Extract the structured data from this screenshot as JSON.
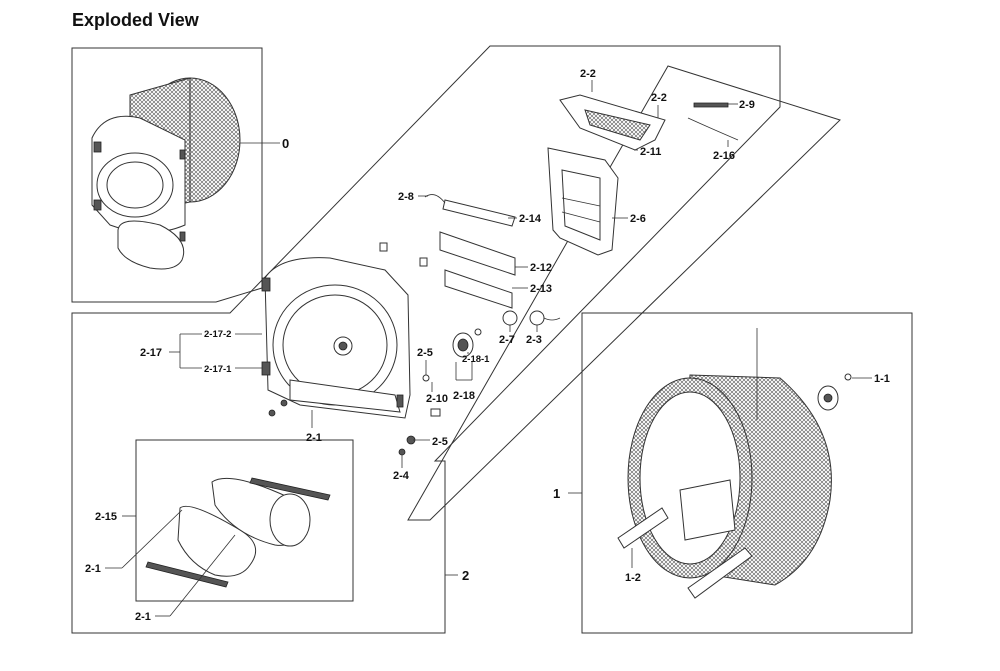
{
  "title": "Exploded View",
  "labels": {
    "l0": "0",
    "l1": "1",
    "l1_1": "1-1",
    "l1_2": "1-2",
    "l2": "2",
    "l2_1a": "2-1",
    "l2_1b": "2-1",
    "l2_1c": "2-1",
    "l2_2a": "2-2",
    "l2_2b": "2-2",
    "l2_3": "2-3",
    "l2_4": "2-4",
    "l2_5a": "2-5",
    "l2_5b": "2-5",
    "l2_6": "2-6",
    "l2_7": "2-7",
    "l2_8": "2-8",
    "l2_9": "2-9",
    "l2_10": "2-10",
    "l2_11": "2-11",
    "l2_12": "2-12",
    "l2_13": "2-13",
    "l2_14": "2-14",
    "l2_15": "2-15",
    "l2_16": "2-16",
    "l2_17": "2-17",
    "l2_17_1": "2-17-1",
    "l2_17_2": "2-17-2",
    "l2_18": "2-18",
    "l2_18_1": "2-18-1"
  }
}
